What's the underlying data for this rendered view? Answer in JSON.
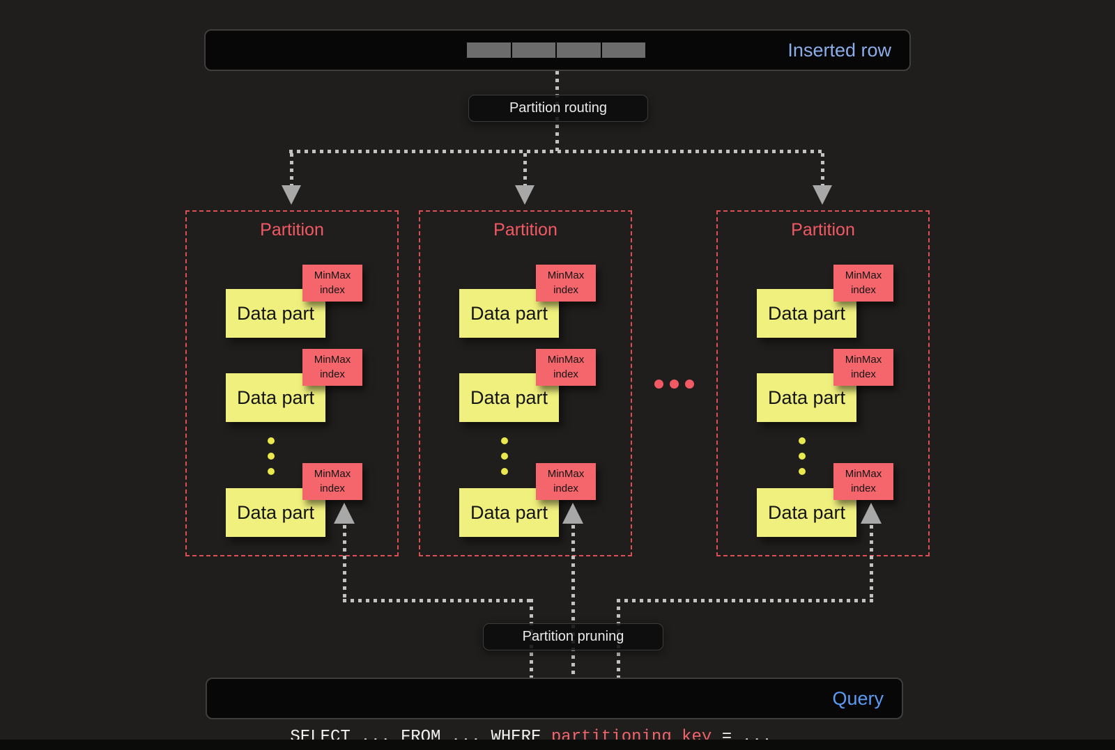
{
  "colors": {
    "background": "#201e1c",
    "bar_background": "#070707",
    "bar_border": "#3f3e3d",
    "inserted_row_blue": "#8badea",
    "query_blue": "#5b9bf3",
    "partition_red": "#f15a64",
    "partition_border_red": "#dc4f57",
    "minmax_red": "#f5666c",
    "data_part_yellow": "#f0f07e",
    "connector_gray": "#c2c2c2",
    "arrow_gray": "#a8a8a8",
    "ellipsis_yellow": "#e9e94f",
    "ellipsis_red": "#f15a64",
    "row_segment_gray": "#6c6c6c",
    "pill_text": "#ebebeb",
    "box_text": "#141414",
    "sql_white": "#f2f2f2",
    "sql_key_red": "#f0646c"
  },
  "inserted_row_bar": {
    "label": "Inserted row",
    "segment_count": 4
  },
  "routing_pill": {
    "label": "Partition routing"
  },
  "pruning_pill": {
    "label": "Partition pruning"
  },
  "partitions": [
    {
      "title": "Partition",
      "data_parts": [
        {
          "label": "Data part",
          "index_label": "MinMax index"
        },
        {
          "label": "Data part",
          "index_label": "MinMax index"
        },
        {
          "label": "Data part",
          "index_label": "MinMax index"
        }
      ]
    },
    {
      "title": "Partition",
      "data_parts": [
        {
          "label": "Data part",
          "index_label": "MinMax index"
        },
        {
          "label": "Data part",
          "index_label": "MinMax index"
        },
        {
          "label": "Data part",
          "index_label": "MinMax index"
        }
      ]
    },
    {
      "title": "Partition",
      "data_parts": [
        {
          "label": "Data part",
          "index_label": "MinMax index"
        },
        {
          "label": "Data part",
          "index_label": "MinMax index"
        },
        {
          "label": "Data part",
          "index_label": "MinMax index"
        }
      ]
    }
  ],
  "ellipsis_dots": {
    "between_partitions_count": 3,
    "within_partition_count": 3
  },
  "query_bar": {
    "sql_prefix": "SELECT ... FROM ... WHERE ",
    "sql_key": "partitioning_key",
    "sql_suffix": " = ...",
    "label": "Query"
  }
}
